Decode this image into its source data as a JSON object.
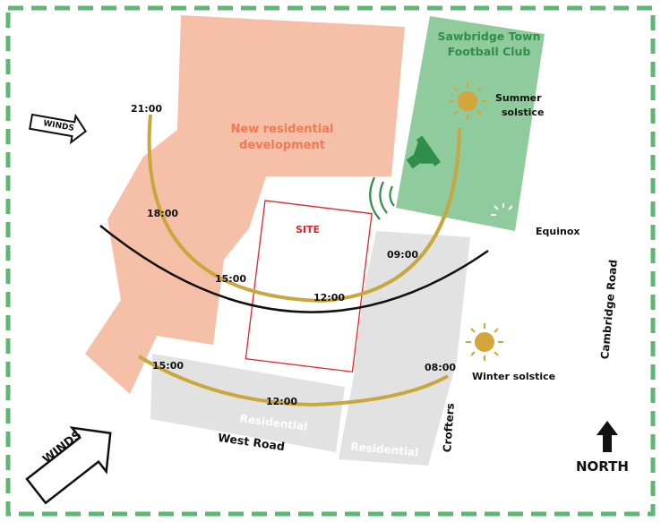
{
  "areas": {
    "new_residential": "New residential\ndevelopment",
    "football_club": "Sawbridge Town\nFootball Club",
    "site": "SITE",
    "residential_1": "Residential",
    "residential_2": "Residential"
  },
  "roads": {
    "west_road": "West Road",
    "crofters": "Crofters",
    "cambridge_road": "Cambridge Road"
  },
  "sun": {
    "summer_solstice": "Summer\nsolstice",
    "equinox": "Equinox",
    "winter_solstice": "Winter solstice"
  },
  "times": {
    "summer_2100": "21:00",
    "summer_1800": "18:00",
    "summer_1500": "15:00",
    "summer_1200": "12:00",
    "summer_0900": "09:00",
    "winter_1500": "15:00",
    "winter_1200": "12:00",
    "winter_0800": "08:00"
  },
  "winds": {
    "small_label": "WINDS",
    "large_label": "WINDS"
  },
  "north": "NORTH",
  "colors": {
    "border": "#5cb870",
    "development": "#f5bfa8",
    "development_text": "#f07a52",
    "football": "#8fcb9c",
    "football_text": "#2f8f4a",
    "residential": "#e2e2e2",
    "site": "#e0242a",
    "sun_path": "#c8a83e",
    "sun": "#d4a53a"
  },
  "icons": [
    "wind-arrow-icon",
    "sun-icon",
    "speaker-icon",
    "north-arrow-icon"
  ]
}
